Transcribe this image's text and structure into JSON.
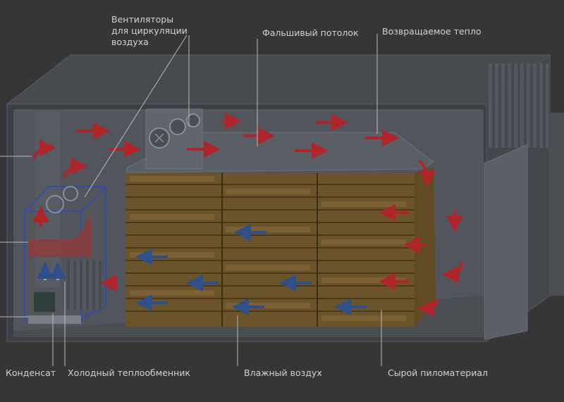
{
  "labels": {
    "fans": "Вентиляторы\nдля циркуляции\nвоздуха",
    "false_ceiling": "Фальшивый потолок",
    "returned_heat": "Возвращаемое тепло",
    "condensate": "Конденсат",
    "cold_exchanger": "Холодный теплообменник",
    "humid_air": "Влажный воздух",
    "raw_lumber": "Сырой пиломатериал"
  },
  "colors": {
    "background": "#363636",
    "chamber_wall": "#4a4d52",
    "wood": "#7a6030",
    "hot_arrow": "#b0252a",
    "cold_arrow": "#2e4f8a",
    "frame": "#2f4ea8",
    "label_text": "#d2d2d2"
  }
}
